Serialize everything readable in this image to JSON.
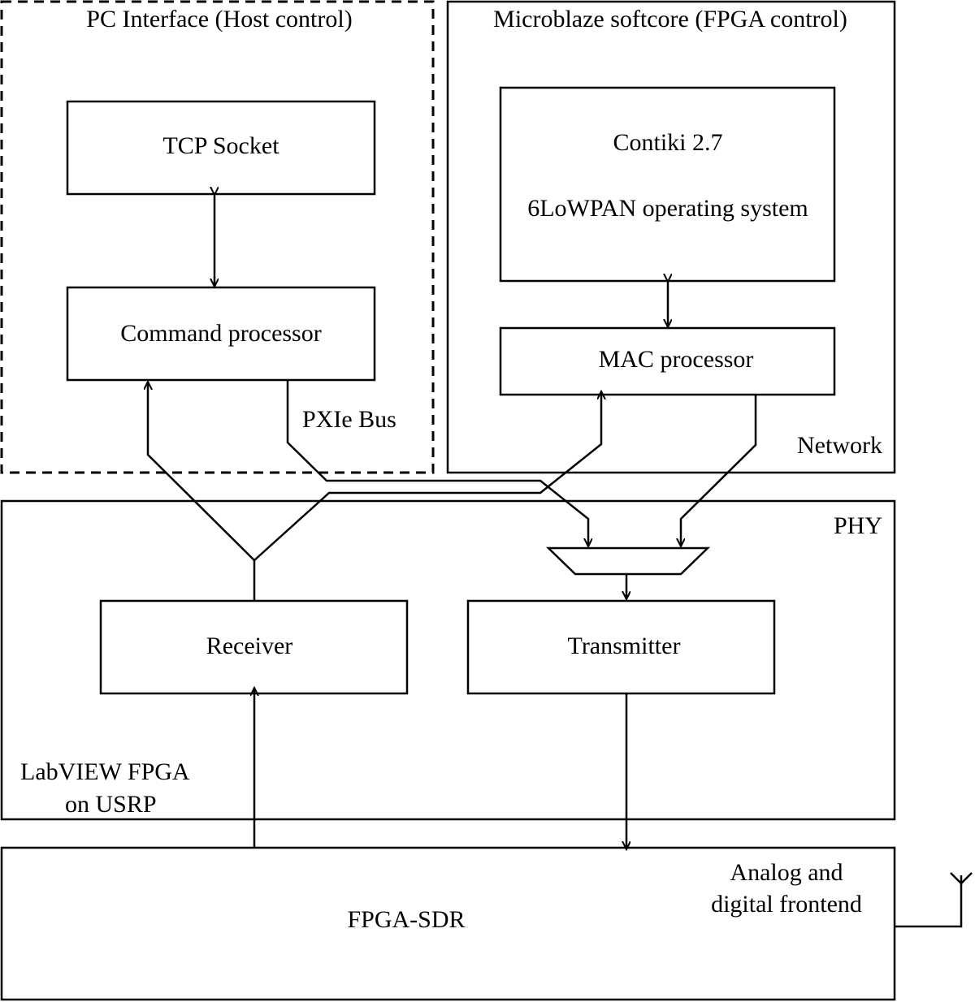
{
  "containers": {
    "pc_interface": "PC Interface (Host control)",
    "microblaze": "Microblaze softcore (FPGA control)",
    "network": "Network",
    "phy": "PHY",
    "labview_line1": "LabVIEW FPGA",
    "labview_line2": "on USRP",
    "frontend_line1": "Analog and",
    "frontend_line2": "digital frontend",
    "fpga_sdr": "FPGA-SDR"
  },
  "blocks": {
    "tcp_socket": "TCP Socket",
    "command_processor": "Command processor",
    "contiki_line1": "Contiki 2.7",
    "contiki_line2": "6LoWPAN operating system",
    "mac_processor": "MAC processor",
    "receiver": "Receiver",
    "transmitter": "Transmitter"
  },
  "labels": {
    "pxie_bus": "PXIe Bus"
  }
}
